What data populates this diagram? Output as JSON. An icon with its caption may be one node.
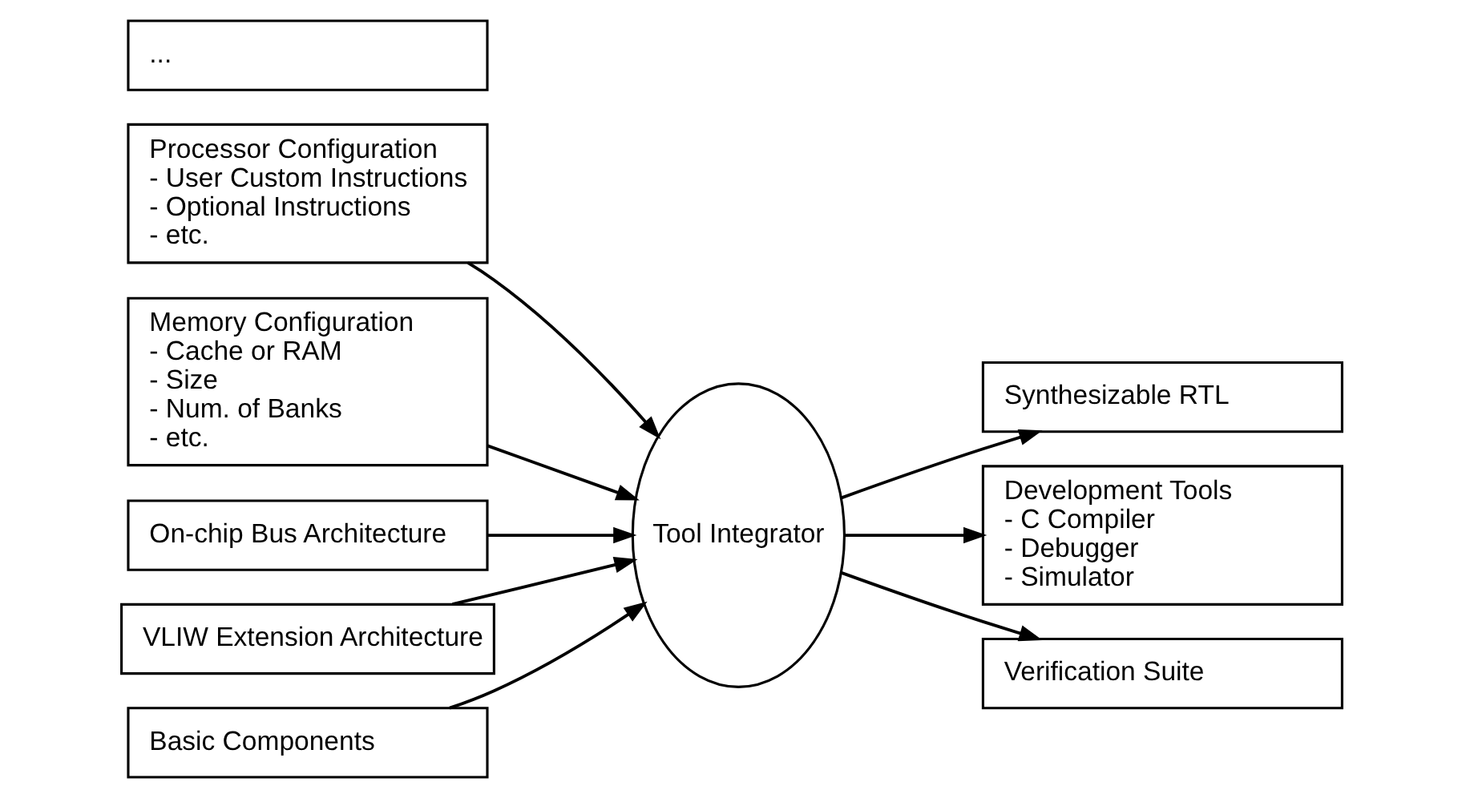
{
  "diagram": {
    "nodes": [
      {
        "text": [
          "Processor Configuration",
          "- User Custom Instructions",
          "- Optional Instructions",
          "- etc."
        ]
      },
      {
        "text": [
          "Memory Configuration",
          "- Cache or RAM",
          "- Size",
          "- Num. of Banks",
          "- etc."
        ]
      },
      {
        "text": [
          "On-chip Bus Architecture"
        ]
      },
      {
        "text": [
          "VLIW Extension Architecture"
        ]
      },
      {
        "text": [
          "..."
        ]
      },
      {
        "text": [
          "Tool Integrator"
        ]
      },
      {
        "text": [
          "Synthesizable RTL"
        ]
      },
      {
        "text": [
          "Development Tools",
          "- C Compiler",
          "- Debugger",
          "- Simulator"
        ]
      },
      {
        "text": [
          "Verification Suite"
        ]
      },
      {
        "text": [
          "Basic Components"
        ]
      }
    ],
    "edges": [
      {
        "from": 0,
        "to": 5,
        "arrow": "to"
      },
      {
        "from": 1,
        "to": 5,
        "arrow": "to"
      },
      {
        "from": 2,
        "to": 5,
        "arrow": "to"
      },
      {
        "from": 3,
        "to": 5,
        "arrow": "to"
      },
      {
        "from": 9,
        "to": 5,
        "arrow": "to"
      },
      {
        "from": 5,
        "to": 6,
        "arrow": "to"
      },
      {
        "from": 5,
        "to": 7,
        "arrow": "to"
      },
      {
        "from": 5,
        "to": 8,
        "arrow": "to"
      }
    ]
  }
}
